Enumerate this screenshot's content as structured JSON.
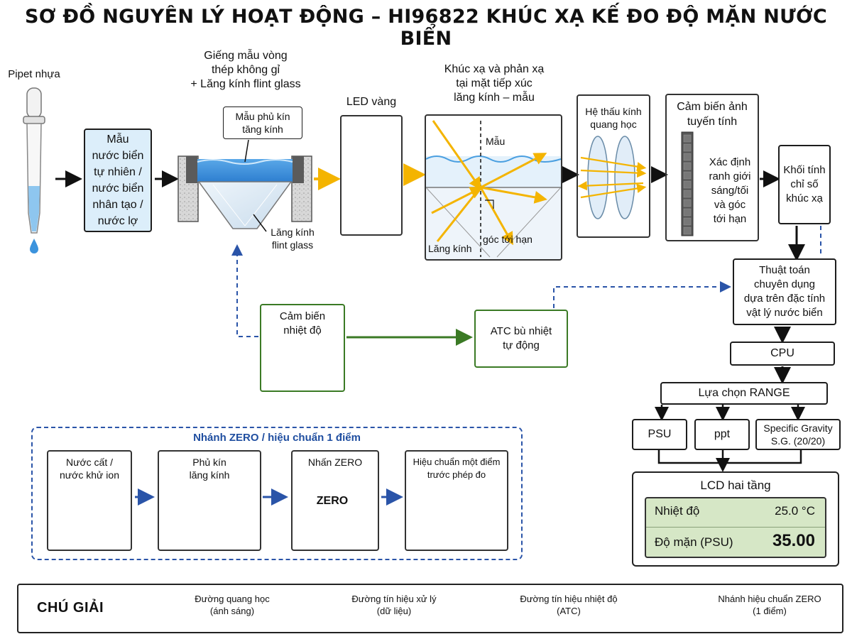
{
  "title": "SƠ ĐỒ NGUYÊN LÝ HOẠT ĐỘNG – HI96822 KHÚC XẠ KẾ ĐO ĐỘ MẶN NƯỚC BIỂN",
  "pipette": {
    "label": "Pipet nhựa"
  },
  "sample_box": {
    "lines": [
      "Mẫu",
      "nước biển",
      "tự nhiên /",
      "nước biển",
      "nhân tạo /",
      "nước lợ"
    ]
  },
  "well": {
    "heading": [
      "Giếng mẫu vòng",
      "thép không gỉ",
      "+ Lăng kính flint glass"
    ],
    "cover_callout": [
      "Mẫu phủ kín",
      "tăng kính"
    ],
    "prism_label": [
      "Lăng kính",
      "flint glass"
    ]
  },
  "led": {
    "label": "LED vàng"
  },
  "interface": {
    "heading": [
      "Khúc xạ và phản xạ",
      "tại mặt tiếp xúc",
      "lăng kính – mẫu"
    ],
    "sample_label": "Mẫu",
    "prism_label": "Lăng kính",
    "angle_label": "góc tới hạn"
  },
  "lens": {
    "lines": [
      "Hệ thấu kính",
      "quang học"
    ]
  },
  "sensor": {
    "heading": [
      "Cảm biến ảnh",
      "tuyến tính"
    ],
    "desc": [
      "Xác định",
      "ranh giới",
      "sáng/tối",
      "và góc",
      "tới hạn"
    ]
  },
  "refraction_block": {
    "lines": [
      "Khối tính",
      "chỉ số",
      "khúc xạ"
    ]
  },
  "algorithm": {
    "lines": [
      "Thuật toán",
      "chuyên dụng",
      "dựa trên đặc tính",
      "vật lý nước biển"
    ]
  },
  "cpu": {
    "label": "CPU"
  },
  "range": {
    "label": "Lựa chọn RANGE",
    "options": [
      "PSU",
      "ppt",
      "Specific Gravity",
      "S.G. (20/20)"
    ]
  },
  "lcd": {
    "title": "LCD hai tầng",
    "temp_label": "Nhiệt độ",
    "temp_value": "25.0 °C",
    "salinity_label": "Độ mặn (PSU)",
    "salinity_value": "35.00"
  },
  "temp_sensor": {
    "lines": [
      "Cảm biến",
      "nhiệt độ"
    ]
  },
  "atc": {
    "lines": [
      "ATC bù nhiệt",
      "tự động"
    ]
  },
  "zero_branch": {
    "title": "Nhánh ZERO / hiệu chuẩn 1 điểm",
    "steps": [
      {
        "lines": [
          "Nước cất /",
          "nước khử ion"
        ]
      },
      {
        "lines": [
          "Phủ kín",
          "lăng kính"
        ]
      },
      {
        "lines": [
          "Nhấn ZERO"
        ],
        "button": "ZERO"
      },
      {
        "lines": [
          "Hiệu chuẩn một điểm",
          "trước phép đo"
        ]
      }
    ]
  },
  "legend": {
    "title": "CHÚ GIẢI",
    "items": [
      {
        "lines": [
          "Đường quang học",
          "(ánh sáng)"
        ],
        "color": "#f4b400"
      },
      {
        "lines": [
          "Đường tín hiệu xử lý",
          "(dữ liệu)"
        ],
        "color": "#111111"
      },
      {
        "lines": [
          "Đường tín hiệu nhiệt độ",
          "(ATC)"
        ],
        "color": "#3b7a25"
      },
      {
        "lines": [
          "Nhánh hiệu chuẩn ZERO",
          "(1 điểm)"
        ],
        "color": "#2a54a8"
      }
    ]
  },
  "colors": {
    "optical": "#f4b400",
    "signal": "#111111",
    "temperature": "#3b7a25",
    "zero": "#2a54a8",
    "sample_fill": "#dceefa"
  }
}
